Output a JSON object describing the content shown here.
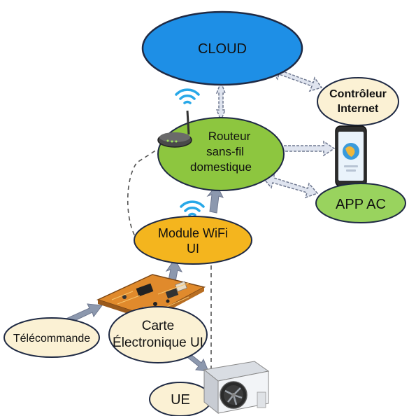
{
  "nodes": {
    "cloud": {
      "label": "CLOUD",
      "color": "#1e8fe6"
    },
    "controller": {
      "line1": "Contrôleur",
      "line2": "Internet",
      "color": "#fbf1d4"
    },
    "router": {
      "line1": "Routeur",
      "line2": "sans-fil",
      "line3": "domestique",
      "color": "#8dc63f"
    },
    "app": {
      "label": "APP AC",
      "color": "#99d35e"
    },
    "wifi_module": {
      "line1": "Module WiFi",
      "line2": "UI",
      "color": "#f4b51e"
    },
    "remote": {
      "label": "Télécommande",
      "color": "#fbf1d4"
    },
    "board": {
      "line1": "Carte",
      "line2": "Électronique UI",
      "color": "#fbf1d4"
    },
    "outdoor": {
      "label": "UE",
      "color": "#fbf1d4"
    }
  },
  "icons": {
    "router_wifi": "wifi-icon",
    "module_wifi": "wifi-icon",
    "router_device": "router-icon",
    "phone": "smartphone-icon",
    "pcb": "circuit-board-icon",
    "ac_unit": "air-conditioner-outdoor-unit-icon"
  },
  "colors": {
    "wifi": "#28a8e8",
    "arrow_fill": "#dfe4ef",
    "arrow_stroke": "#6f7890",
    "solid_arrow": "#8c98ae",
    "dashed_line": "#555555"
  }
}
